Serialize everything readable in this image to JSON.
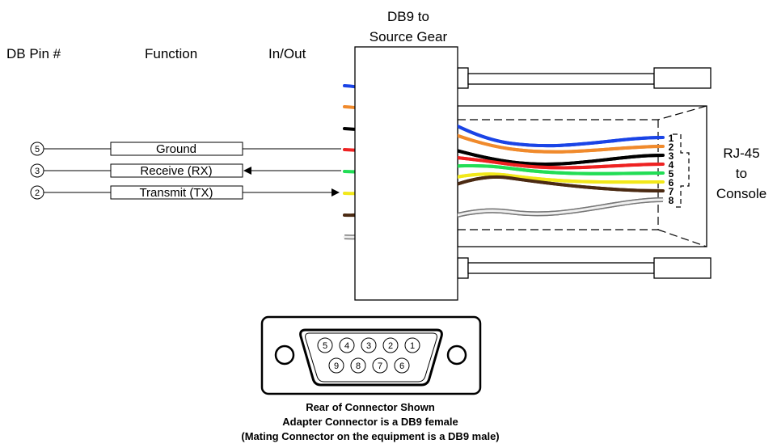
{
  "title_line1": "DB9 to",
  "title_line2": "Source Gear",
  "headers": {
    "db_pin": "DB Pin #",
    "function": "Function",
    "in_out": "In/Out"
  },
  "signals": [
    {
      "pin": "5",
      "function": "Ground",
      "direction": "none"
    },
    {
      "pin": "3",
      "function": "Receive (RX)",
      "direction": "in"
    },
    {
      "pin": "2",
      "function": "Transmit (TX)",
      "direction": "out"
    }
  ],
  "rj45": {
    "line1": "RJ-45",
    "line2": "to",
    "line3": "Console",
    "pins": [
      "1",
      "2",
      "3",
      "4",
      "5",
      "6",
      "7",
      "8"
    ]
  },
  "wire_colors": [
    "#1a44e6",
    "#f08a2c",
    "#000000",
    "#ee2222",
    "#22dd55",
    "#f2e81a",
    "#4b2a12",
    "#aaaaaa"
  ],
  "db9_face": {
    "top_row": [
      "5",
      "4",
      "3",
      "2",
      "1"
    ],
    "bottom_row": [
      "9",
      "8",
      "7",
      "6"
    ]
  },
  "caption": {
    "line1": "Rear of Connector Shown",
    "line2": "Adapter Connector is a DB9 female",
    "line3": "(Mating Connector on the equipment is a DB9 male)"
  }
}
